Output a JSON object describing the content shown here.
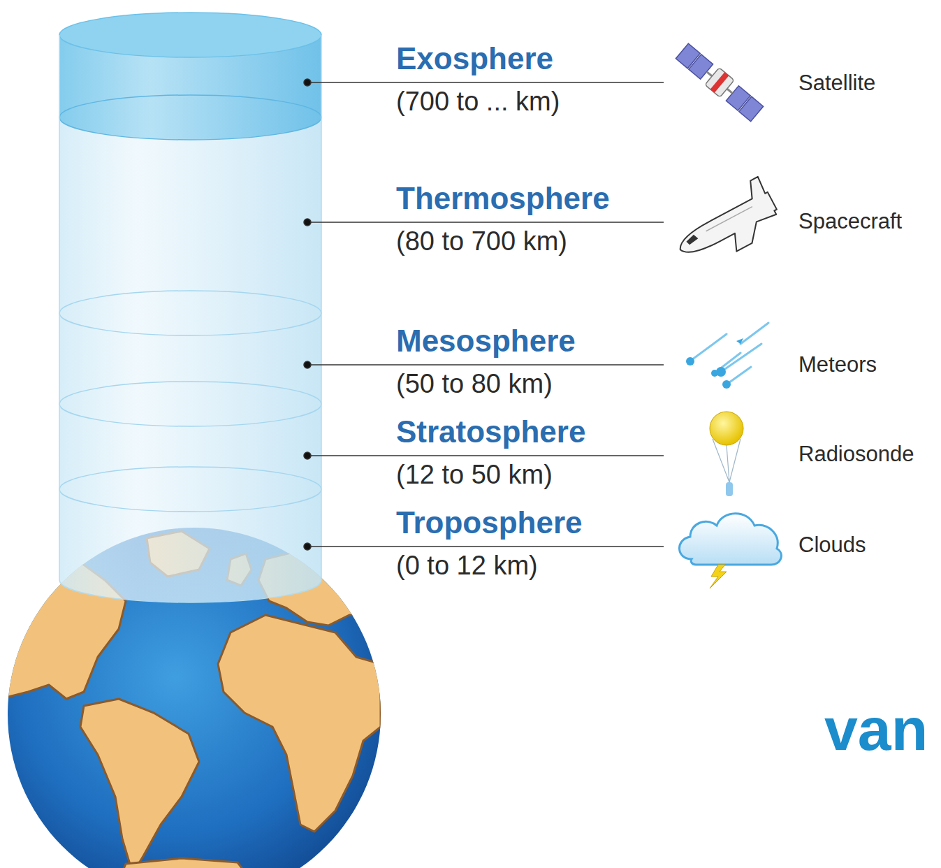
{
  "diagram": {
    "labels": [
      "Exosphere",
      "(700 to ... km)",
      "Thermosphere",
      "(80 to 700 km)",
      "Mesosphere",
      "(50 to 80 km)",
      "Stratosphere",
      "(12 to 50 km)",
      "Troposphere",
      "(0 to 12 km)",
      "Satellite",
      "Spacecraft",
      "Meteors",
      "Radiosonde",
      "Clouds",
      "van"
    ]
  }
}
